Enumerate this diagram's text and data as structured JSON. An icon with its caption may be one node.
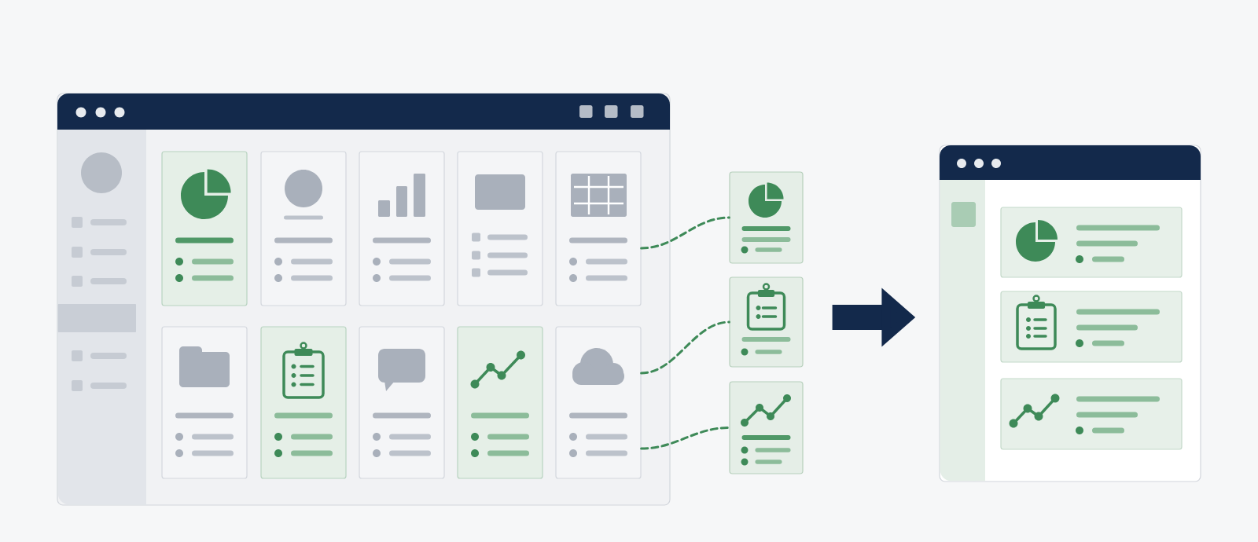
{
  "diagram": {
    "nodes": [
      {
        "text": [],
        "shape": "box"
      },
      {
        "text": [],
        "shape": "box",
        "in": 0
      },
      {
        "text": [],
        "shape": "box",
        "in": 0
      },
      {
        "text": [],
        "shape": "box",
        "in": 0
      },
      {
        "text": [],
        "shape": "box",
        "in": 0
      },
      {
        "text": [],
        "shape": "box",
        "in": 0
      },
      {
        "text": [],
        "shape": "box",
        "in": 0
      },
      {
        "text": [],
        "shape": "box",
        "in": 0
      },
      {
        "text": [],
        "shape": "box",
        "in": 0
      },
      {
        "text": [],
        "shape": "box",
        "in": 0
      },
      {
        "text": [],
        "shape": "box",
        "in": 0
      },
      {
        "text": [],
        "shape": "box"
      },
      {
        "text": [],
        "shape": "box"
      },
      {
        "text": [],
        "shape": "box"
      },
      {
        "text": [],
        "shape": "box"
      },
      {
        "text": [],
        "shape": "box",
        "in": 14
      },
      {
        "text": [],
        "shape": "box",
        "in": 14
      },
      {
        "text": [],
        "shape": "box",
        "in": 14
      }
    ],
    "edges": [
      {
        "from": 5,
        "to": 11,
        "arrow": "none",
        "style": "dashed"
      },
      {
        "from": 10,
        "to": 12,
        "arrow": "none",
        "style": "dashed"
      },
      {
        "from": 10,
        "to": 13,
        "arrow": "none",
        "style": "dashed"
      },
      {
        "from": 12,
        "to": 14,
        "arrow": "to",
        "style": "thick",
        "color": "#13294b"
      }
    ]
  }
}
